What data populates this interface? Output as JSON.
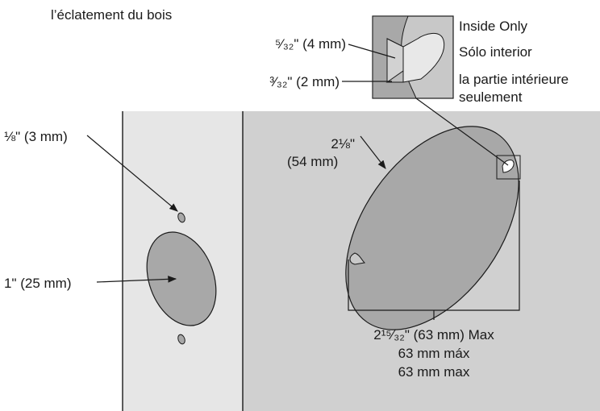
{
  "header_text": "l’éclatement du bois",
  "colors": {
    "door_edge_panel": "#e6e6e6",
    "door_face_panel": "#d0d0d0",
    "bore_fill": "#a8a8a8",
    "inset_bg": "#c8c8c8",
    "outline": "#1a1a1a"
  },
  "labels": {
    "small_hole": "⅛\" (3 mm)",
    "edge_bore": "1\" (25 mm)",
    "face_bore_line1": "2⅛\"",
    "face_bore_line2": "(54 mm)",
    "inset_depth_a": "⁵⁄₃₂\" (4 mm)",
    "inset_depth_b": "³⁄₃₂\" (2 mm)",
    "inside_only_en": "Inside Only",
    "inside_only_es": "Sólo interior",
    "inside_only_fr_1": "la partie intérieure",
    "inside_only_fr_2": "seulement",
    "max_en": "2¹⁵⁄₃₂\" (63 mm) Max",
    "max_es": "63 mm máx",
    "max_fr": "63 mm max"
  }
}
